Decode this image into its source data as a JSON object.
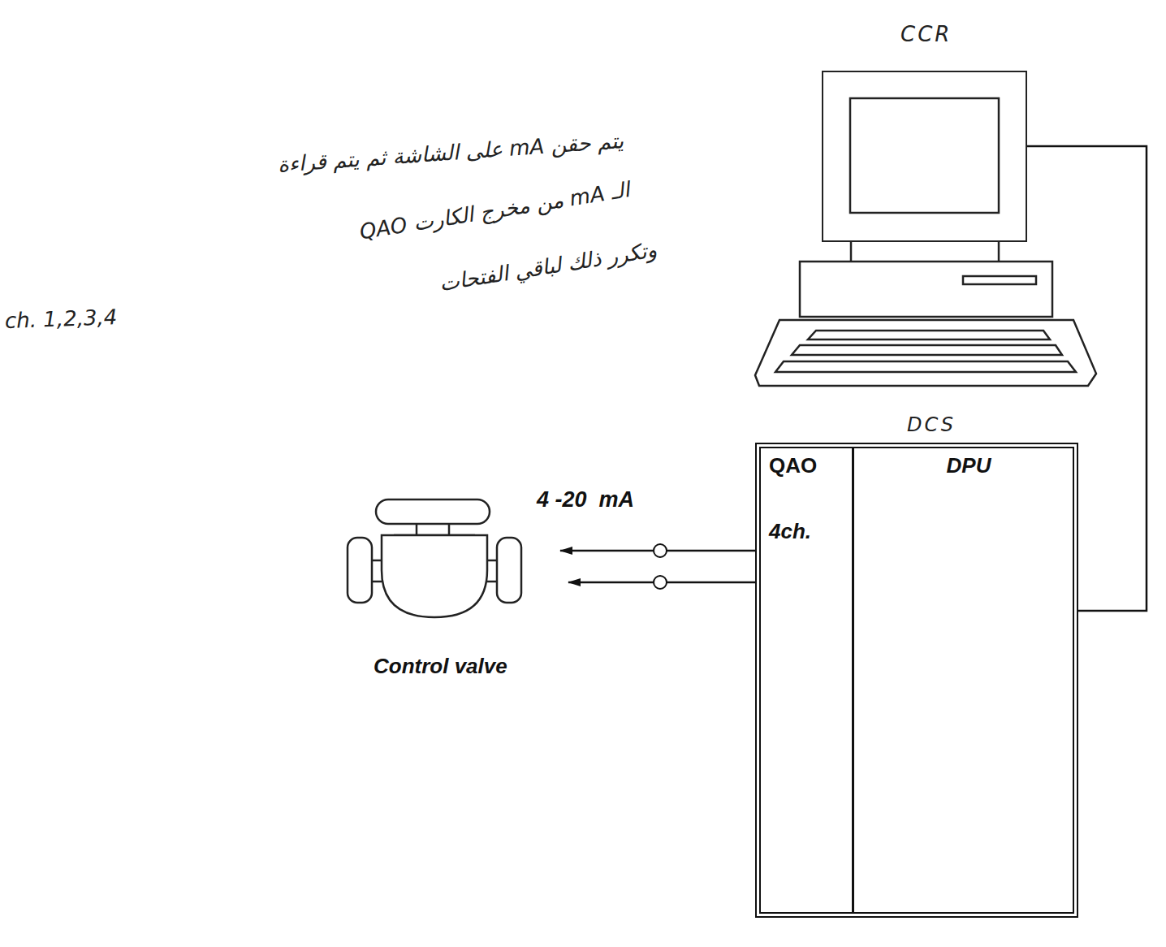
{
  "diagram": {
    "nodes": [
      {
        "text": [
          "CCR"
        ]
      },
      {
        "text": [
          "DCS"
        ]
      },
      {
        "text": [
          "QAO",
          "4ch."
        ],
        "in": 1
      },
      {
        "text": [
          "DPU"
        ],
        "in": 1
      },
      {
        "text": [
          "Control valve"
        ]
      }
    ],
    "edges": [
      {
        "from": 1,
        "to": 0,
        "arrow": "none"
      },
      {
        "from": 2,
        "to": 4,
        "arrow": "to",
        "label": "4 -20  mA"
      },
      {
        "from": 2,
        "to": 4,
        "arrow": "to"
      }
    ],
    "labels": [
      "يتم حقن mA على الشاشة ثم يتم قراءة",
      "الـ mA من مخرج الكارت QAO",
      "وتكرر ذلك لباقي الفتحات",
      "ch. 1,2,3,4"
    ]
  }
}
